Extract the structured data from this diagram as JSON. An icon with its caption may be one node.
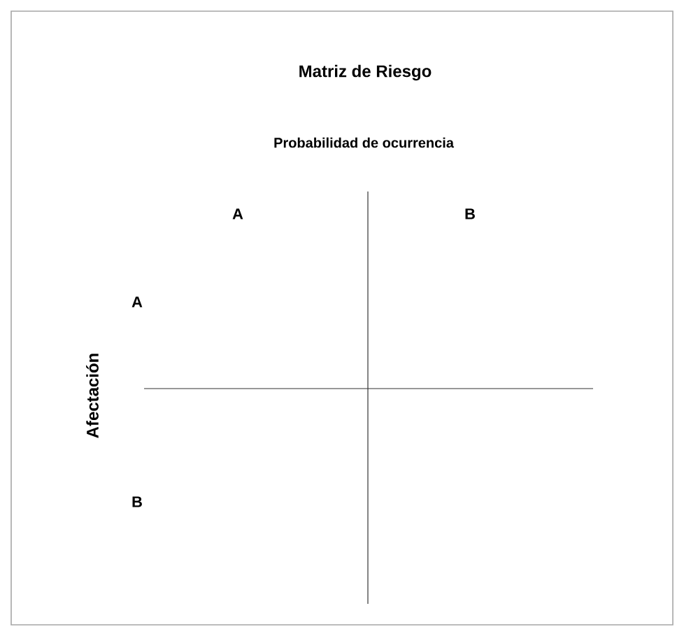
{
  "diagram": {
    "title": "Matriz de Riesgo",
    "labels": [
      "Probabilidad de ocurrencia",
      "A",
      "B",
      "Afectación",
      "A",
      "B"
    ]
  }
}
